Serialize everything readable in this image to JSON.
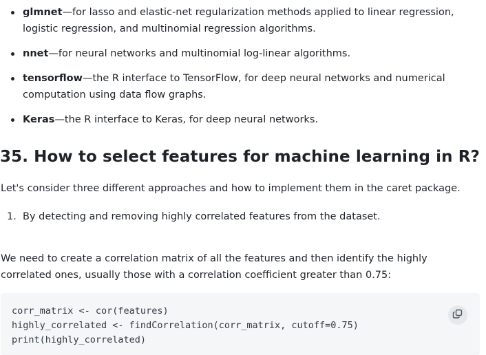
{
  "bullets": [
    {
      "term": "glmnet",
      "text": "—for lasso and elastic-net regularization methods applied to linear regression, logistic regression, and multinomial regression algorithms."
    },
    {
      "term": "nnet",
      "text": "—for neural networks and multinomial log-linear algorithms."
    },
    {
      "term": "tensorflow",
      "text": "—the R interface to TensorFlow, for deep neural networks and numerical computation using data flow graphs."
    },
    {
      "term": "Keras",
      "text": "—the R interface to Keras, for deep neural networks."
    }
  ],
  "section": {
    "title": "35. How to select features for machine learning in R?",
    "intro": "Let's consider three different approaches and how to implement them in the caret package."
  },
  "steps": [
    {
      "number": "1.",
      "text": "By detecting and removing highly correlated features from the dataset."
    }
  ],
  "body": {
    "paragraph": "We need to create a correlation matrix of all the features and then identify the highly correlated ones, usually those with a correlation coefficient greater than 0.75:"
  },
  "code": {
    "lines": [
      "corr_matrix <- cor(features)",
      "highly_correlated <- findCorrelation(corr_matrix, cutoff=0.75)",
      "print(highly_correlated)"
    ],
    "copy_icon": "copy-icon"
  }
}
